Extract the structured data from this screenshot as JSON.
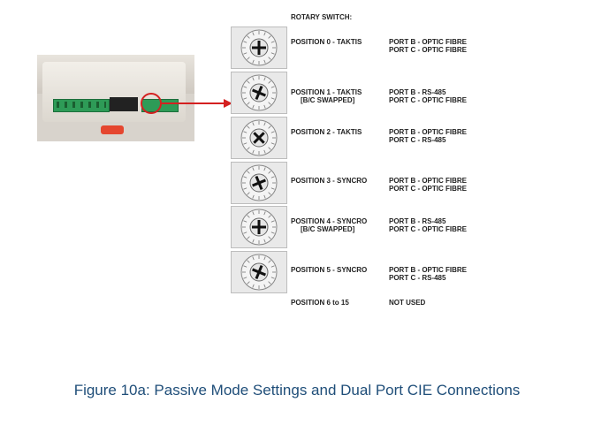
{
  "heading": "ROTARY SWITCH:",
  "positions": [
    {
      "label": "POSITION 0 - TAKTIS",
      "sub": "",
      "port_b": "PORT B  - OPTIC FIBRE",
      "port_c": "PORT C  - OPTIC FIBRE"
    },
    {
      "label": "POSITION 1 - TAKTIS",
      "sub": "[B/C SWAPPED]",
      "port_b": "PORT B  - RS-485",
      "port_c": "PORT C  - OPTIC FIBRE"
    },
    {
      "label": "POSITION 2 - TAKTIS",
      "sub": "",
      "port_b": "PORT B  - OPTIC FIBRE",
      "port_c": "PORT C  - RS-485"
    },
    {
      "label": "POSITION 3 - SYNCRO",
      "sub": "",
      "port_b": "PORT B  - OPTIC FIBRE",
      "port_c": "PORT C  - OPTIC FIBRE"
    },
    {
      "label": "POSITION 4 - SYNCRO",
      "sub": "[B/C SWAPPED]",
      "port_b": "PORT B  - RS-485",
      "port_c": "PORT C  - OPTIC FIBRE"
    },
    {
      "label": "POSITION 5 - SYNCRO",
      "sub": "",
      "port_b": "PORT B  - OPTIC FIBRE",
      "port_c": "PORT C  - RS-485"
    }
  ],
  "unused": {
    "label": "POSITION 6 to 15",
    "value": "NOT USED"
  },
  "caption": "Figure 10a: Passive Mode Settings and Dual Port CIE Connections",
  "colors": {
    "caption": "#1f4e79",
    "arrow": "#d42020",
    "terminal": "#2e9b57"
  }
}
